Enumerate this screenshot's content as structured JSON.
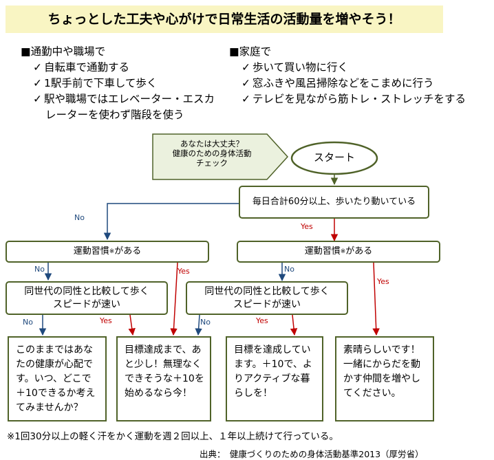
{
  "title": "ちょっとした工夫や心がけで日常生活の活動量を増やそう！",
  "commute": {
    "heading": "■通勤中や職場で",
    "items": [
      "自転車で通勤する",
      "1駅手前で下車して歩く",
      "駅や職場ではエレベーター・エスカ"
    ],
    "item3_cont": "レーターを使わず階段を使う"
  },
  "home": {
    "heading": "■家庭で",
    "items": [
      "歩いて買い物に行く",
      "窓ふきや風呂掃除などをこまめに行う",
      "テレビを見ながら筋トレ・ストレッチをする"
    ]
  },
  "check_mark": "✓",
  "flow": {
    "banner": [
      "あなたは大丈夫？",
      "健康のための身体活動",
      "チェック"
    ],
    "start": "スタート",
    "q1": "毎日合計60分以上、歩いたり動いている",
    "q2_text": "運動習慣",
    "q2_sup": "※",
    "q2_suffix": "がある",
    "q3": [
      "同世代の同性と比較して歩く",
      "スピードが速い"
    ],
    "yes": "Yes",
    "no": "No",
    "results": [
      "このままではあなたの健康が心配です。いつ、どこで＋10できるか考えてみませんか？",
      "目標達成まで、あと少し！無理なくできそうな＋10を始めるなら今！",
      "目標を達成しています。＋10で、よりアクティブな暮らしを！",
      "素晴らしいです！一緒にからだを動かす仲間を増やしてください。"
    ]
  },
  "note": "※1回30分以上の軽く汗をかく運動を週２回以上、１年以上続けて行っている。",
  "source": "出典：　健康づくりのための身体活動基準2013（厚労省）",
  "colors": {
    "title_bg": "#f9f5c3",
    "box_border": "#4f6228",
    "banner_fill": "#ebf1de",
    "no_arrow": "#1f497d",
    "yes_arrow": "#c00000"
  }
}
